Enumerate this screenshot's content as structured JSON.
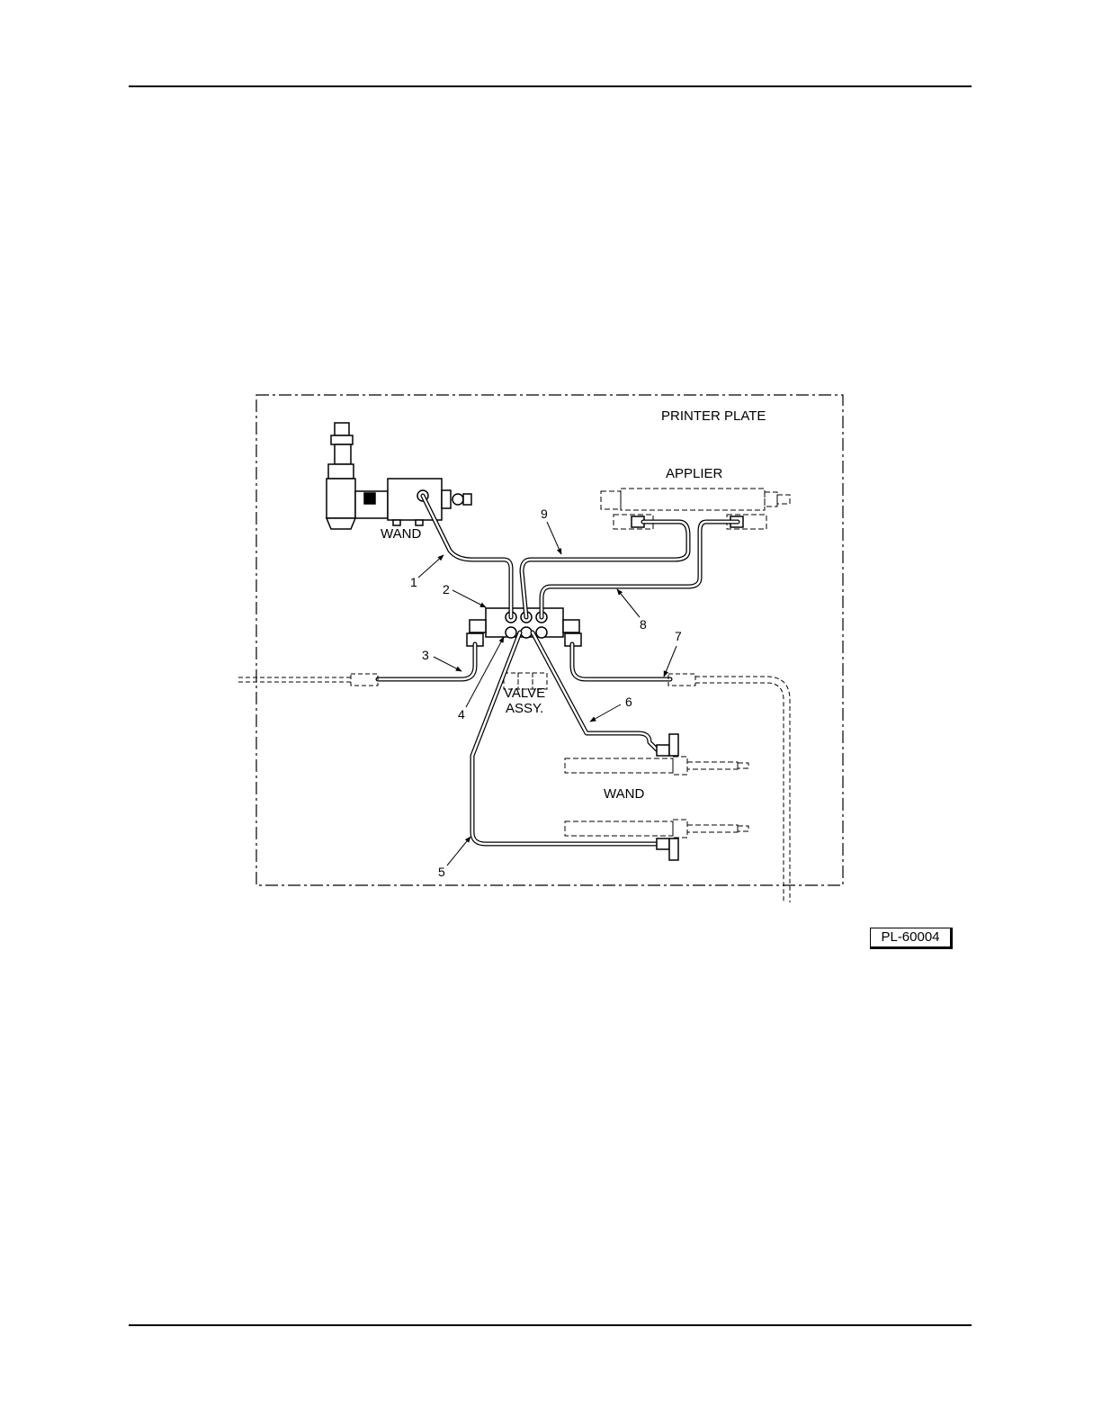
{
  "figure": {
    "labels": {
      "printer_plate": "PRINTER PLATE",
      "applier": "APPLIER",
      "wand_top": "WAND",
      "wand_bottom": "WAND",
      "valve_line1": "VALVE",
      "valve_line2": "ASSY."
    },
    "callouts": [
      "1",
      "2",
      "3",
      "4",
      "5",
      "6",
      "7",
      "8",
      "9"
    ],
    "plate_id": "PL-60004"
  }
}
